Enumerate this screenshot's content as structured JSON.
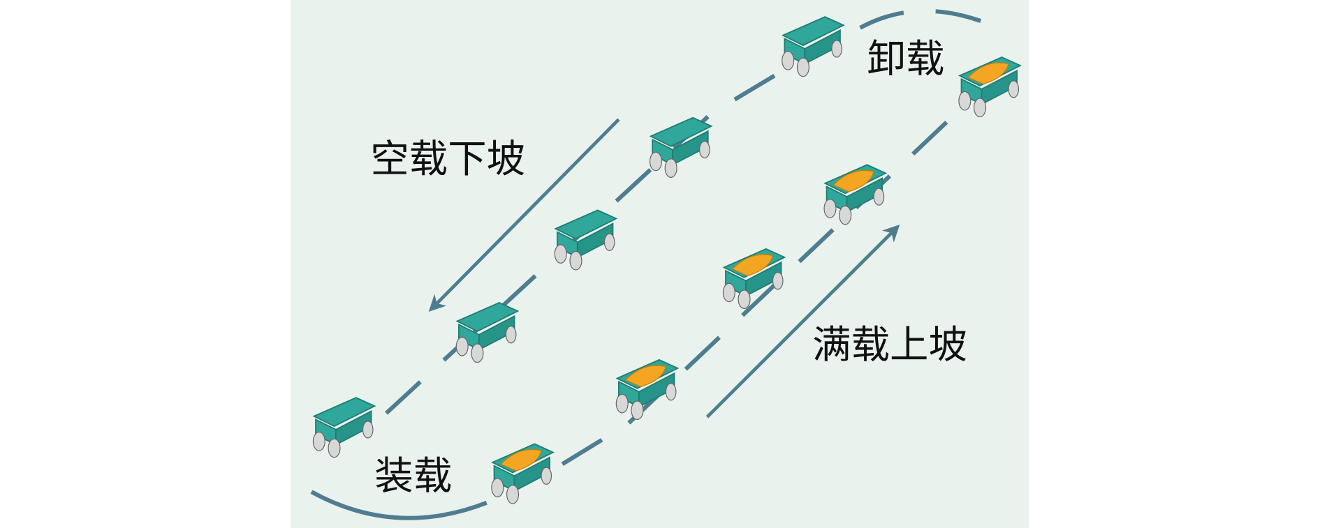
{
  "labels": {
    "unload": "卸载",
    "empty_downhill": "空载下坡",
    "full_uphill": "满载上坡",
    "load": "装载"
  },
  "colors": {
    "panel_bg": "#eaf2ee",
    "road": "#4f7d90",
    "truck_body": "#2fa79a",
    "truck_dark": "#1f7c72",
    "ore": "#f4a623",
    "wheel": "#d8d8d8"
  },
  "trucks": [
    {
      "state": "empty"
    },
    {
      "state": "empty"
    },
    {
      "state": "empty"
    },
    {
      "state": "empty"
    },
    {
      "state": "empty"
    },
    {
      "state": "loaded"
    },
    {
      "state": "loaded"
    },
    {
      "state": "loaded"
    },
    {
      "state": "loaded"
    },
    {
      "state": "loaded"
    }
  ]
}
